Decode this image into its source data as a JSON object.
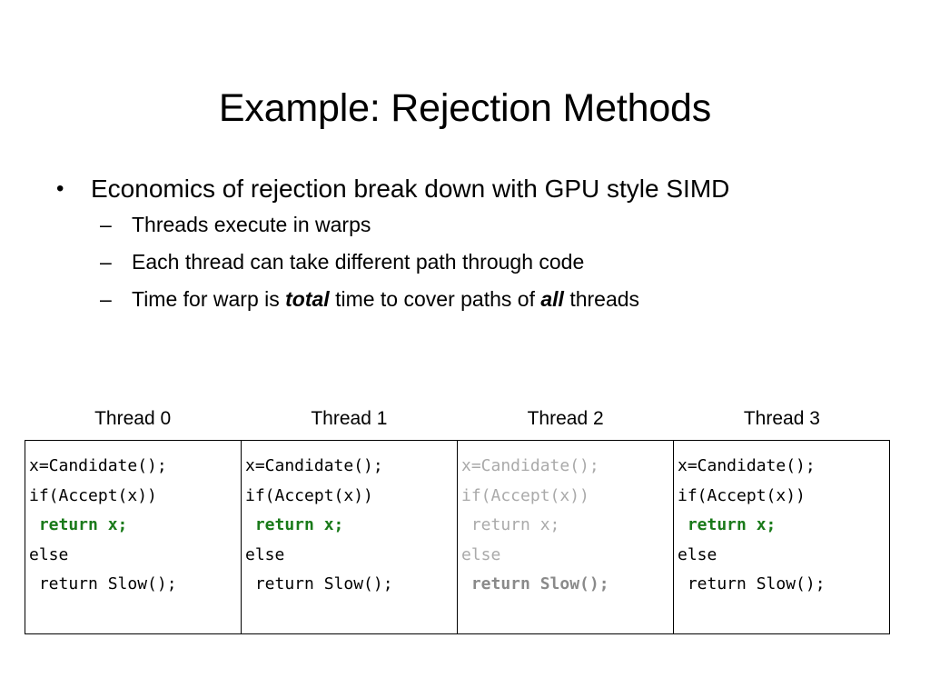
{
  "slide": {
    "title": "Example: Rejection Methods"
  },
  "bullets": {
    "level1": "Economics of rejection break down with GPU style SIMD",
    "marker_l1": "•",
    "marker_l2": "–",
    "level2": [
      {
        "parts": [
          {
            "text": "Threads execute in warps",
            "style": "normal"
          }
        ]
      },
      {
        "parts": [
          {
            "text": "Each thread can take different path through code",
            "style": "normal"
          }
        ]
      },
      {
        "parts": [
          {
            "text": "Time for warp is ",
            "style": "normal"
          },
          {
            "text": "total",
            "style": "bold-italic"
          },
          {
            "text": " time to cover paths of ",
            "style": "normal"
          },
          {
            "text": "all",
            "style": "bold-italic"
          },
          {
            "text": " threads",
            "style": "normal"
          }
        ]
      }
    ]
  },
  "colors": {
    "taken_path": "#1a7a1a",
    "idle_text": "#aaaaaa",
    "idle_taken_text": "#8a8a8a",
    "active_text": "#000000",
    "table_border": "#000000",
    "background": "#ffffff"
  },
  "table": {
    "headers": [
      "Thread 0",
      "Thread 1",
      "Thread 2",
      "Thread 3"
    ],
    "columns": [
      {
        "header": "Thread 0",
        "lines": [
          {
            "text": "x=Candidate();",
            "style": "active"
          },
          {
            "text": "if(Accept(x))",
            "style": "active"
          },
          {
            "text": " return x;",
            "style": "taken"
          },
          {
            "text": "else",
            "style": "active"
          },
          {
            "text": " return Slow();",
            "style": "active"
          }
        ]
      },
      {
        "header": "Thread 1",
        "lines": [
          {
            "text": "x=Candidate();",
            "style": "active"
          },
          {
            "text": "if(Accept(x))",
            "style": "active"
          },
          {
            "text": " return x;",
            "style": "taken"
          },
          {
            "text": "else",
            "style": "active"
          },
          {
            "text": " return Slow();",
            "style": "active"
          }
        ]
      },
      {
        "header": "Thread 2",
        "lines": [
          {
            "text": "x=Candidate();",
            "style": "idle"
          },
          {
            "text": "if(Accept(x))",
            "style": "idle"
          },
          {
            "text": " return x;",
            "style": "idle"
          },
          {
            "text": "else",
            "style": "idle"
          },
          {
            "text": " return Slow();",
            "style": "idle-taken"
          }
        ]
      },
      {
        "header": "Thread 3",
        "lines": [
          {
            "text": "x=Candidate();",
            "style": "active"
          },
          {
            "text": "if(Accept(x))",
            "style": "active"
          },
          {
            "text": " return x;",
            "style": "taken"
          },
          {
            "text": "else",
            "style": "active"
          },
          {
            "text": " return Slow();",
            "style": "active"
          }
        ]
      }
    ]
  }
}
